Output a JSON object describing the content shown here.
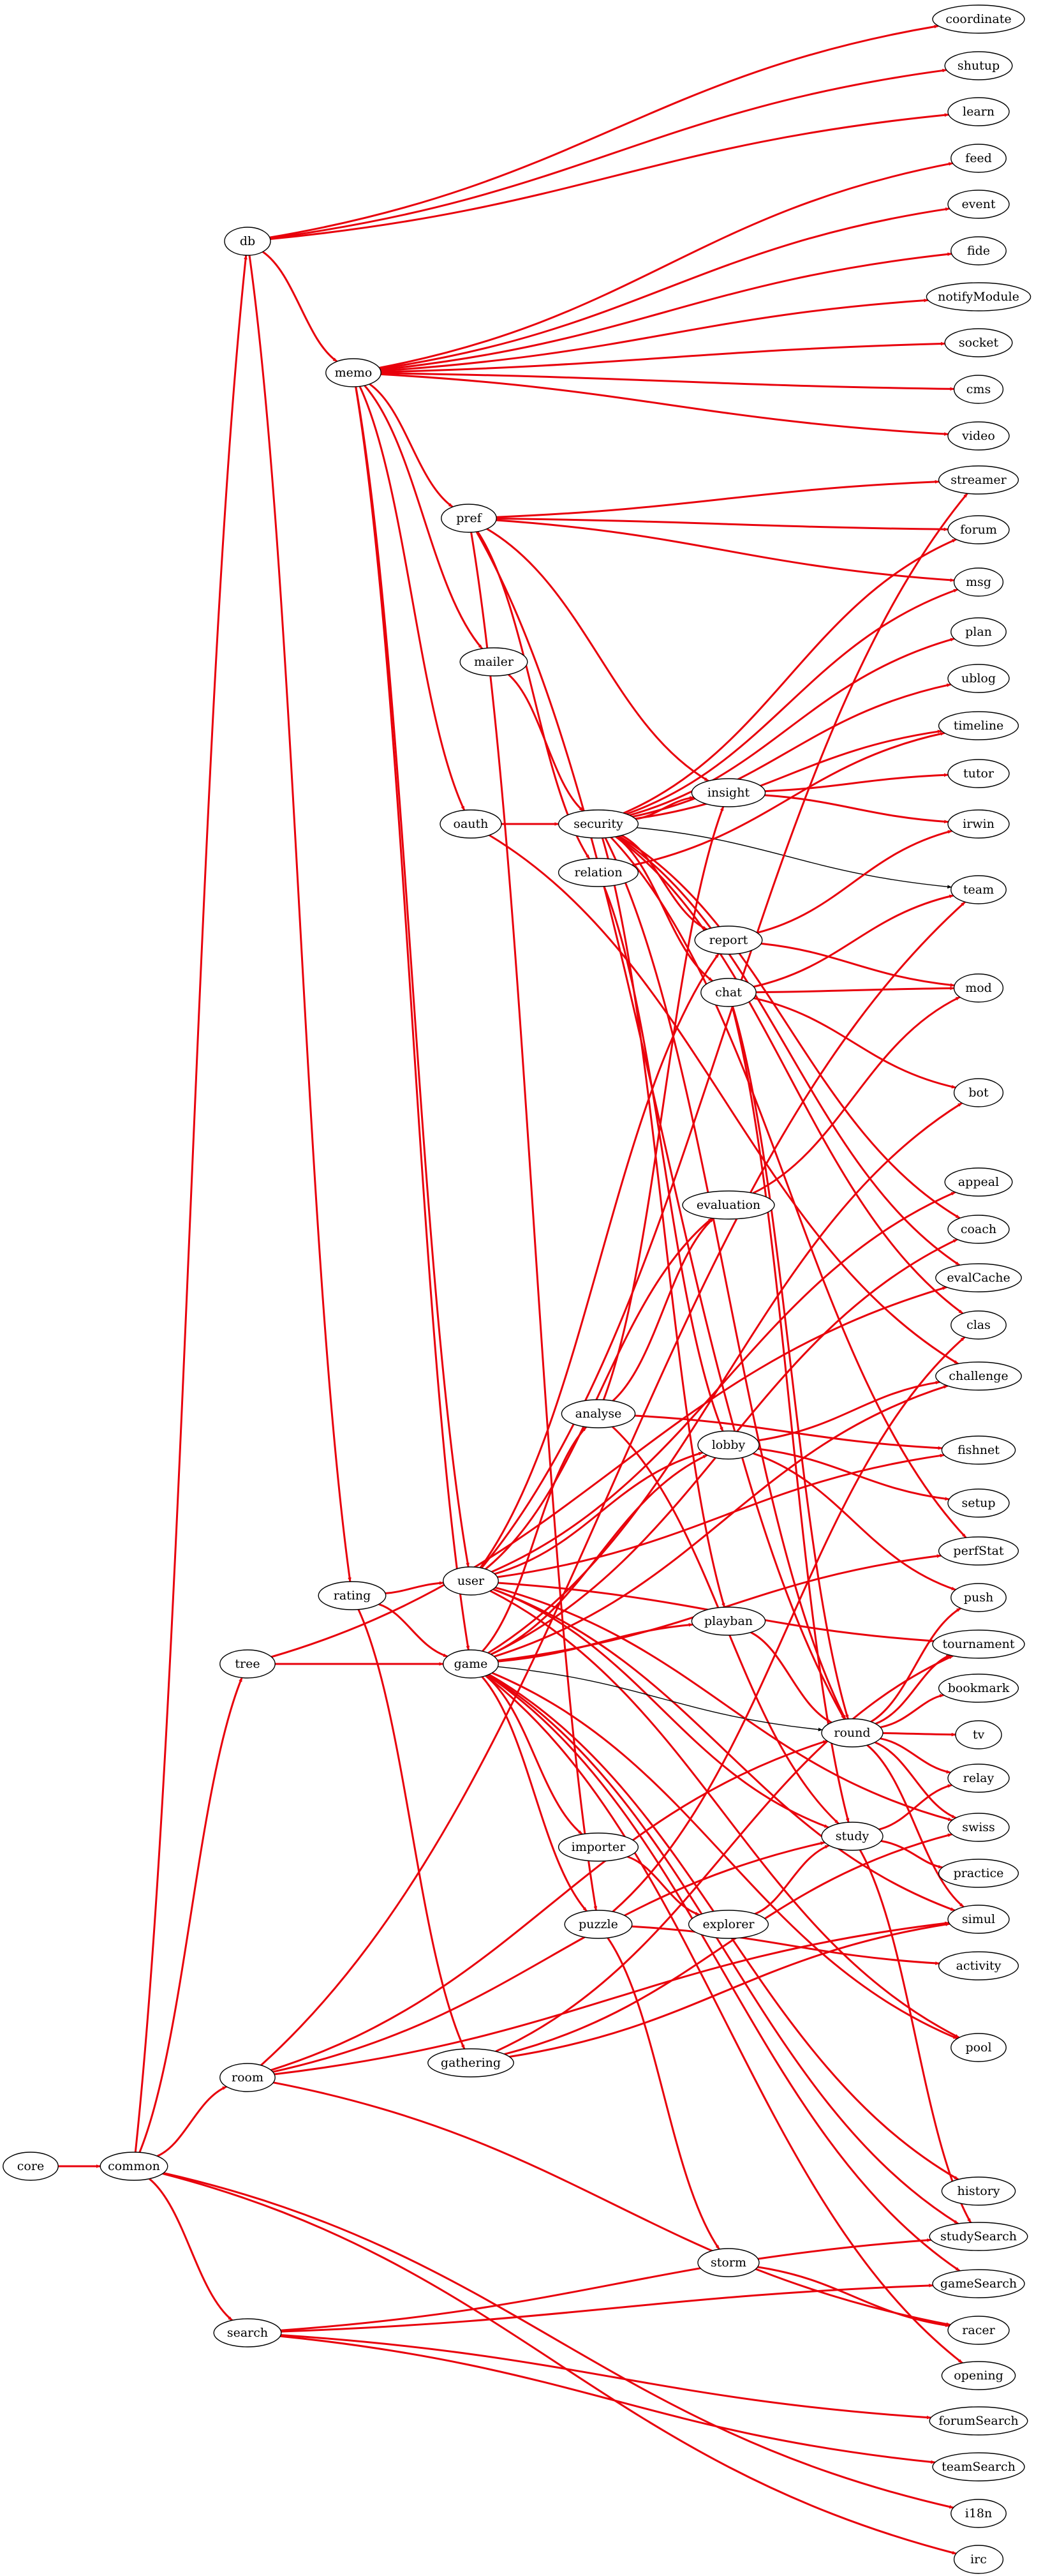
{
  "graph": {
    "nodes": [
      {
        "id": "core",
        "label": "core"
      },
      {
        "id": "common",
        "label": "common"
      },
      {
        "id": "db",
        "label": "db"
      },
      {
        "id": "memo",
        "label": "memo"
      },
      {
        "id": "pref",
        "label": "pref"
      },
      {
        "id": "mailer",
        "label": "mailer"
      },
      {
        "id": "oauth",
        "label": "oauth"
      },
      {
        "id": "security",
        "label": "security"
      },
      {
        "id": "relation",
        "label": "relation"
      },
      {
        "id": "insight",
        "label": "insight"
      },
      {
        "id": "report",
        "label": "report"
      },
      {
        "id": "chat",
        "label": "chat"
      },
      {
        "id": "evaluation",
        "label": "evaluation"
      },
      {
        "id": "analyse",
        "label": "analyse"
      },
      {
        "id": "lobby",
        "label": "lobby"
      },
      {
        "id": "rating",
        "label": "rating"
      },
      {
        "id": "user",
        "label": "user"
      },
      {
        "id": "tree",
        "label": "tree"
      },
      {
        "id": "game",
        "label": "game"
      },
      {
        "id": "playban",
        "label": "playban"
      },
      {
        "id": "round",
        "label": "round"
      },
      {
        "id": "importer",
        "label": "importer"
      },
      {
        "id": "study",
        "label": "study"
      },
      {
        "id": "explorer",
        "label": "explorer"
      },
      {
        "id": "puzzle",
        "label": "puzzle"
      },
      {
        "id": "room",
        "label": "room"
      },
      {
        "id": "gathering",
        "label": "gathering"
      },
      {
        "id": "storm",
        "label": "storm"
      },
      {
        "id": "search",
        "label": "search"
      },
      {
        "id": "coordinate",
        "label": "coordinate"
      },
      {
        "id": "shutup",
        "label": "shutup"
      },
      {
        "id": "learn",
        "label": "learn"
      },
      {
        "id": "feed",
        "label": "feed"
      },
      {
        "id": "event",
        "label": "event"
      },
      {
        "id": "fide",
        "label": "fide"
      },
      {
        "id": "notifyModule",
        "label": "notifyModule"
      },
      {
        "id": "socket",
        "label": "socket"
      },
      {
        "id": "cms",
        "label": "cms"
      },
      {
        "id": "video",
        "label": "video"
      },
      {
        "id": "streamer",
        "label": "streamer"
      },
      {
        "id": "forum",
        "label": "forum"
      },
      {
        "id": "msg",
        "label": "msg"
      },
      {
        "id": "plan",
        "label": "plan"
      },
      {
        "id": "ublog",
        "label": "ublog"
      },
      {
        "id": "timeline",
        "label": "timeline"
      },
      {
        "id": "tutor",
        "label": "tutor"
      },
      {
        "id": "irwin",
        "label": "irwin"
      },
      {
        "id": "team",
        "label": "team"
      },
      {
        "id": "mod",
        "label": "mod"
      },
      {
        "id": "bot",
        "label": "bot"
      },
      {
        "id": "appeal",
        "label": "appeal"
      },
      {
        "id": "coach",
        "label": "coach"
      },
      {
        "id": "evalCache",
        "label": "evalCache"
      },
      {
        "id": "clas",
        "label": "clas"
      },
      {
        "id": "challenge",
        "label": "challenge"
      },
      {
        "id": "fishnet",
        "label": "fishnet"
      },
      {
        "id": "setup",
        "label": "setup"
      },
      {
        "id": "perfStat",
        "label": "perfStat"
      },
      {
        "id": "push",
        "label": "push"
      },
      {
        "id": "tournament",
        "label": "tournament"
      },
      {
        "id": "bookmark",
        "label": "bookmark"
      },
      {
        "id": "tv",
        "label": "tv"
      },
      {
        "id": "relay",
        "label": "relay"
      },
      {
        "id": "swiss",
        "label": "swiss"
      },
      {
        "id": "practice",
        "label": "practice"
      },
      {
        "id": "simul",
        "label": "simul"
      },
      {
        "id": "activity",
        "label": "activity"
      },
      {
        "id": "pool",
        "label": "pool"
      },
      {
        "id": "history",
        "label": "history"
      },
      {
        "id": "studySearch",
        "label": "studySearch"
      },
      {
        "id": "gameSearch",
        "label": "gameSearch"
      },
      {
        "id": "racer",
        "label": "racer"
      },
      {
        "id": "opening",
        "label": "opening"
      },
      {
        "id": "forumSearch",
        "label": "forumSearch"
      },
      {
        "id": "teamSearch",
        "label": "teamSearch"
      },
      {
        "id": "i18n",
        "label": "i18n"
      },
      {
        "id": "irc",
        "label": "irc"
      }
    ],
    "edges": [
      {
        "from": "core",
        "to": "common",
        "color": "red"
      },
      {
        "from": "common",
        "to": "db",
        "color": "red"
      },
      {
        "from": "common",
        "to": "tree",
        "color": "red"
      },
      {
        "from": "common",
        "to": "room",
        "color": "red"
      },
      {
        "from": "common",
        "to": "search",
        "color": "red"
      },
      {
        "from": "common",
        "to": "i18n",
        "color": "red"
      },
      {
        "from": "common",
        "to": "irc",
        "color": "red"
      },
      {
        "from": "db",
        "to": "coordinate",
        "color": "red"
      },
      {
        "from": "db",
        "to": "shutup",
        "color": "red"
      },
      {
        "from": "db",
        "to": "learn",
        "color": "red"
      },
      {
        "from": "db",
        "to": "memo",
        "color": "red"
      },
      {
        "from": "db",
        "to": "rating",
        "color": "red"
      },
      {
        "from": "memo",
        "to": "feed",
        "color": "red"
      },
      {
        "from": "memo",
        "to": "event",
        "color": "red"
      },
      {
        "from": "memo",
        "to": "fide",
        "color": "red"
      },
      {
        "from": "memo",
        "to": "notifyModule",
        "color": "red"
      },
      {
        "from": "memo",
        "to": "socket",
        "color": "red"
      },
      {
        "from": "memo",
        "to": "cms",
        "color": "red"
      },
      {
        "from": "memo",
        "to": "video",
        "color": "red"
      },
      {
        "from": "memo",
        "to": "pref",
        "color": "red"
      },
      {
        "from": "memo",
        "to": "mailer",
        "color": "red"
      },
      {
        "from": "memo",
        "to": "oauth",
        "color": "red"
      },
      {
        "from": "memo",
        "to": "user",
        "color": "red"
      },
      {
        "from": "memo",
        "to": "game",
        "color": "red"
      },
      {
        "from": "pref",
        "to": "streamer",
        "color": "red"
      },
      {
        "from": "pref",
        "to": "forum",
        "color": "red"
      },
      {
        "from": "pref",
        "to": "msg",
        "color": "red"
      },
      {
        "from": "pref",
        "to": "insight",
        "color": "red"
      },
      {
        "from": "pref",
        "to": "relation",
        "color": "red"
      },
      {
        "from": "pref",
        "to": "round",
        "color": "red"
      },
      {
        "from": "pref",
        "to": "puzzle",
        "color": "red"
      },
      {
        "from": "mailer",
        "to": "security",
        "color": "red"
      },
      {
        "from": "oauth",
        "to": "security",
        "color": "red"
      },
      {
        "from": "oauth",
        "to": "challenge",
        "color": "red"
      },
      {
        "from": "security",
        "to": "forum",
        "color": "red"
      },
      {
        "from": "security",
        "to": "msg",
        "color": "red"
      },
      {
        "from": "security",
        "to": "plan",
        "color": "red"
      },
      {
        "from": "security",
        "to": "ublog",
        "color": "red"
      },
      {
        "from": "security",
        "to": "timeline",
        "color": "red"
      },
      {
        "from": "security",
        "to": "insight",
        "color": "red"
      },
      {
        "from": "security",
        "to": "team",
        "color": "black"
      },
      {
        "from": "security",
        "to": "report",
        "color": "red"
      },
      {
        "from": "security",
        "to": "chat",
        "color": "red"
      },
      {
        "from": "security",
        "to": "coach",
        "color": "red"
      },
      {
        "from": "security",
        "to": "evalCache",
        "color": "red"
      },
      {
        "from": "security",
        "to": "clas",
        "color": "red"
      },
      {
        "from": "security",
        "to": "perfStat",
        "color": "red"
      },
      {
        "from": "security",
        "to": "playban",
        "color": "red"
      },
      {
        "from": "security",
        "to": "round",
        "color": "red"
      },
      {
        "from": "relation",
        "to": "timeline",
        "color": "red"
      },
      {
        "from": "relation",
        "to": "lobby",
        "color": "red"
      },
      {
        "from": "insight",
        "to": "tutor",
        "color": "red"
      },
      {
        "from": "insight",
        "to": "irwin",
        "color": "red"
      },
      {
        "from": "report",
        "to": "irwin",
        "color": "red"
      },
      {
        "from": "report",
        "to": "mod",
        "color": "red"
      },
      {
        "from": "chat",
        "to": "team",
        "color": "red"
      },
      {
        "from": "chat",
        "to": "mod",
        "color": "red"
      },
      {
        "from": "chat",
        "to": "bot",
        "color": "red"
      },
      {
        "from": "chat",
        "to": "round",
        "color": "red"
      },
      {
        "from": "chat",
        "to": "study",
        "color": "red"
      },
      {
        "from": "evaluation",
        "to": "mod",
        "color": "red"
      },
      {
        "from": "analyse",
        "to": "insight",
        "color": "red"
      },
      {
        "from": "analyse",
        "to": "evaluation",
        "color": "red"
      },
      {
        "from": "analyse",
        "to": "fishnet",
        "color": "red"
      },
      {
        "from": "analyse",
        "to": "study",
        "color": "red"
      },
      {
        "from": "lobby",
        "to": "challenge",
        "color": "red"
      },
      {
        "from": "lobby",
        "to": "setup",
        "color": "red"
      },
      {
        "from": "lobby",
        "to": "push",
        "color": "red"
      },
      {
        "from": "rating",
        "to": "user",
        "color": "red"
      },
      {
        "from": "rating",
        "to": "game",
        "color": "red"
      },
      {
        "from": "rating",
        "to": "gathering",
        "color": "red"
      },
      {
        "from": "user",
        "to": "streamer",
        "color": "red"
      },
      {
        "from": "user",
        "to": "report",
        "color": "red"
      },
      {
        "from": "user",
        "to": "evaluation",
        "color": "red"
      },
      {
        "from": "user",
        "to": "appeal",
        "color": "red"
      },
      {
        "from": "user",
        "to": "lobby",
        "color": "red"
      },
      {
        "from": "user",
        "to": "fishnet",
        "color": "red"
      },
      {
        "from": "user",
        "to": "tournament",
        "color": "red"
      },
      {
        "from": "user",
        "to": "swiss",
        "color": "red"
      },
      {
        "from": "user",
        "to": "simul",
        "color": "red"
      },
      {
        "from": "user",
        "to": "study",
        "color": "red"
      },
      {
        "from": "user",
        "to": "pool",
        "color": "red"
      },
      {
        "from": "tree",
        "to": "game",
        "color": "red"
      },
      {
        "from": "tree",
        "to": "evalCache",
        "color": "red"
      },
      {
        "from": "game",
        "to": "analyse",
        "color": "red"
      },
      {
        "from": "game",
        "to": "lobby",
        "color": "red"
      },
      {
        "from": "game",
        "to": "bot",
        "color": "red"
      },
      {
        "from": "game",
        "to": "coach",
        "color": "red"
      },
      {
        "from": "game",
        "to": "challenge",
        "color": "red"
      },
      {
        "from": "game",
        "to": "perfStat",
        "color": "red"
      },
      {
        "from": "game",
        "to": "playban",
        "color": "red"
      },
      {
        "from": "game",
        "to": "round",
        "color": "black"
      },
      {
        "from": "game",
        "to": "importer",
        "color": "red"
      },
      {
        "from": "game",
        "to": "puzzle",
        "color": "red"
      },
      {
        "from": "game",
        "to": "history",
        "color": "red"
      },
      {
        "from": "game",
        "to": "gameSearch",
        "color": "red"
      },
      {
        "from": "game",
        "to": "studySearch",
        "color": "red"
      },
      {
        "from": "game",
        "to": "opening",
        "color": "red"
      },
      {
        "from": "game",
        "to": "pool",
        "color": "red"
      },
      {
        "from": "playban",
        "to": "round",
        "color": "red"
      },
      {
        "from": "round",
        "to": "push",
        "color": "red"
      },
      {
        "from": "round",
        "to": "tournament",
        "color": "red"
      },
      {
        "from": "round",
        "to": "bookmark",
        "color": "red"
      },
      {
        "from": "round",
        "to": "tv",
        "color": "red"
      },
      {
        "from": "round",
        "to": "relay",
        "color": "red"
      },
      {
        "from": "round",
        "to": "swiss",
        "color": "red"
      },
      {
        "from": "round",
        "to": "simul",
        "color": "red"
      },
      {
        "from": "study",
        "to": "relay",
        "color": "red"
      },
      {
        "from": "study",
        "to": "practice",
        "color": "red"
      },
      {
        "from": "study",
        "to": "studySearch",
        "color": "red"
      },
      {
        "from": "importer",
        "to": "explorer",
        "color": "red"
      },
      {
        "from": "explorer",
        "to": "study",
        "color": "red"
      },
      {
        "from": "puzzle",
        "to": "activity",
        "color": "red"
      },
      {
        "from": "puzzle",
        "to": "storm",
        "color": "red"
      },
      {
        "from": "puzzle",
        "to": "clas",
        "color": "red"
      },
      {
        "from": "storm",
        "to": "racer",
        "color": "red"
      },
      {
        "from": "room",
        "to": "team",
        "color": "red"
      },
      {
        "from": "room",
        "to": "round",
        "color": "red"
      },
      {
        "from": "room",
        "to": "study",
        "color": "red"
      },
      {
        "from": "room",
        "to": "racer",
        "color": "red"
      },
      {
        "from": "room",
        "to": "simul",
        "color": "red"
      },
      {
        "from": "gathering",
        "to": "tournament",
        "color": "red"
      },
      {
        "from": "gathering",
        "to": "swiss",
        "color": "red"
      },
      {
        "from": "gathering",
        "to": "simul",
        "color": "red"
      },
      {
        "from": "search",
        "to": "studySearch",
        "color": "red"
      },
      {
        "from": "search",
        "to": "gameSearch",
        "color": "red"
      },
      {
        "from": "search",
        "to": "forumSearch",
        "color": "red"
      },
      {
        "from": "search",
        "to": "teamSearch",
        "color": "red"
      }
    ],
    "colors": {
      "red": "#e8000b",
      "black": "#000000"
    }
  }
}
